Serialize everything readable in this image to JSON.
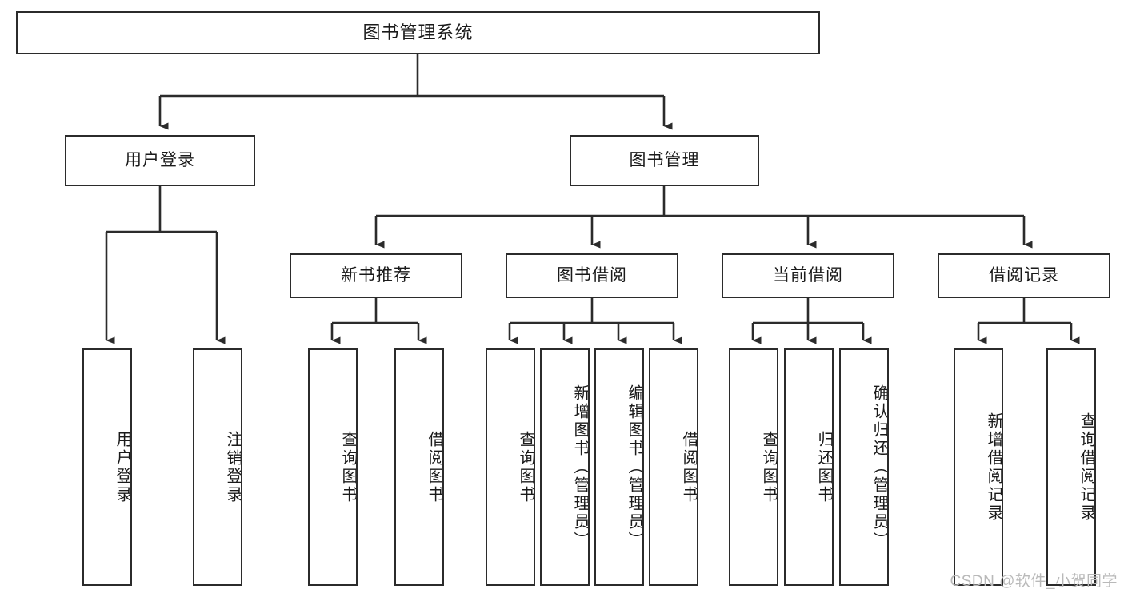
{
  "diagram": {
    "title": "图书管理系统",
    "type": "tree-hierarchy-diagram",
    "root": {
      "label": "图书管理系统"
    },
    "level2": [
      {
        "label": "用户登录"
      },
      {
        "label": "图书管理"
      }
    ],
    "level3": [
      {
        "label": "新书推荐"
      },
      {
        "label": "图书借阅"
      },
      {
        "label": "当前借阅"
      },
      {
        "label": "借阅记录"
      }
    ],
    "leaves": [
      {
        "label": "用户登录",
        "parent": "用户登录"
      },
      {
        "label": "注销登录",
        "parent": "用户登录"
      },
      {
        "label": "查询图书",
        "parent": "新书推荐"
      },
      {
        "label": "借阅图书",
        "parent": "新书推荐"
      },
      {
        "label": "查询图书",
        "parent": "图书借阅"
      },
      {
        "label": "新增图书（管理员）",
        "parent": "图书借阅"
      },
      {
        "label": "编辑图书（管理员）",
        "parent": "图书借阅"
      },
      {
        "label": "借阅图书",
        "parent": "图书借阅"
      },
      {
        "label": "查询图书",
        "parent": "当前借阅"
      },
      {
        "label": "归还图书",
        "parent": "当前借阅"
      },
      {
        "label": "确认归还（管理员）",
        "parent": "当前借阅"
      },
      {
        "label": "新增借阅记录",
        "parent": "借阅记录"
      },
      {
        "label": "查询借阅记录",
        "parent": "借阅记录"
      }
    ],
    "colors": {
      "stroke": "#2b2b2b",
      "fill": "#ffffff",
      "text": "#1a1a1a",
      "watermark": "#b9b9b9"
    }
  },
  "watermark": {
    "text": "CSDN @软件_小贺同学"
  }
}
